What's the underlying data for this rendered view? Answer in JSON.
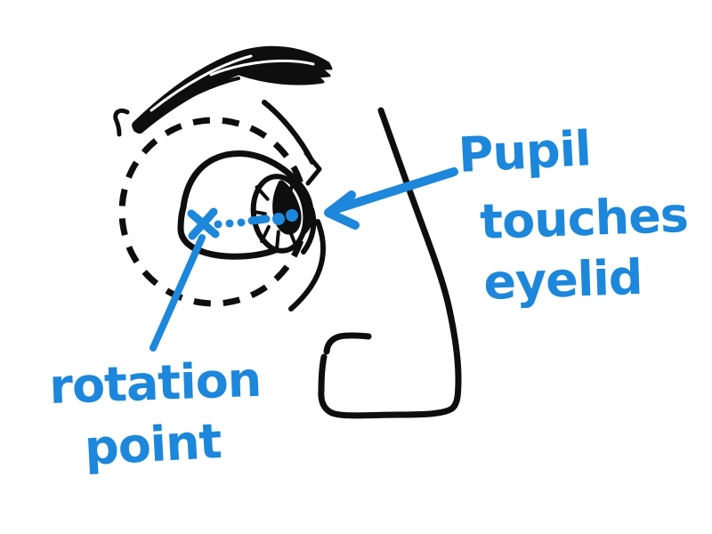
{
  "canvas": {
    "background": "#ffffff"
  },
  "colors": {
    "ink": "#0e0e0e",
    "annotation_blue": "#1c87db",
    "paper_white": "#ffffff"
  },
  "annotations": {
    "pupil_note": {
      "line1": "Pupil",
      "line2": "touches",
      "line3": "eyelid",
      "target": "pupil"
    },
    "rotation_note": {
      "line1": "rotation",
      "line2": "point",
      "target": "x-marker"
    }
  },
  "sketch": {
    "type": "hand-drawn-diagram",
    "parts": [
      "eyebrow",
      "brow-hook",
      "dashed-eyeball-circle",
      "eyelid-opening",
      "iris",
      "pupil",
      "upper-crease",
      "lash-notch",
      "outer-corner-arc",
      "under-eye-crease",
      "nose",
      "rotation-x-marker",
      "dotted-gaze-line",
      "pupil-marker-dots",
      "arrow-to-pupil",
      "leader-line-to-rotation-point"
    ]
  }
}
